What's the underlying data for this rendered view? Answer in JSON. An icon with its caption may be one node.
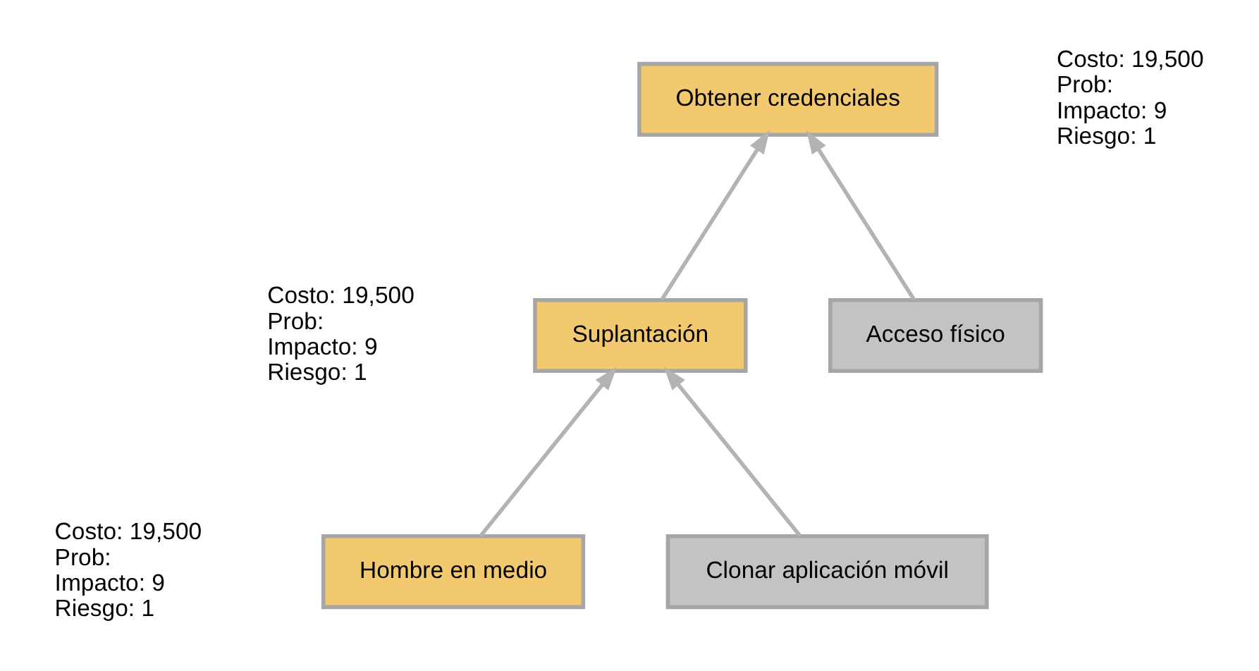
{
  "diagram": {
    "nodes": [
      {
        "text": [
          "Obtener credenciales"
        ],
        "beside": [
          "Costo: 19,500",
          "Prob:",
          "Impacto: 9",
          "Riesgo: 1"
        ]
      },
      {
        "text": [
          "Suplantación"
        ],
        "beside": [
          "Costo: 19,500",
          "Prob:",
          "Impacto: 9",
          "Riesgo: 1"
        ]
      },
      {
        "text": [
          "Acceso físico"
        ]
      },
      {
        "text": [
          "Hombre en medio"
        ],
        "beside": [
          "Costo: 19,500",
          "Prob:",
          "Impacto: 9",
          "Riesgo: 1"
        ]
      },
      {
        "text": [
          "Clonar aplicación móvil"
        ]
      }
    ],
    "edges": [
      {
        "from": 1,
        "to": 0,
        "arrow": "to"
      },
      {
        "from": 2,
        "to": 0,
        "arrow": "to"
      },
      {
        "from": 3,
        "to": 1,
        "arrow": "to"
      },
      {
        "from": 4,
        "to": 1,
        "arrow": "to"
      }
    ]
  }
}
